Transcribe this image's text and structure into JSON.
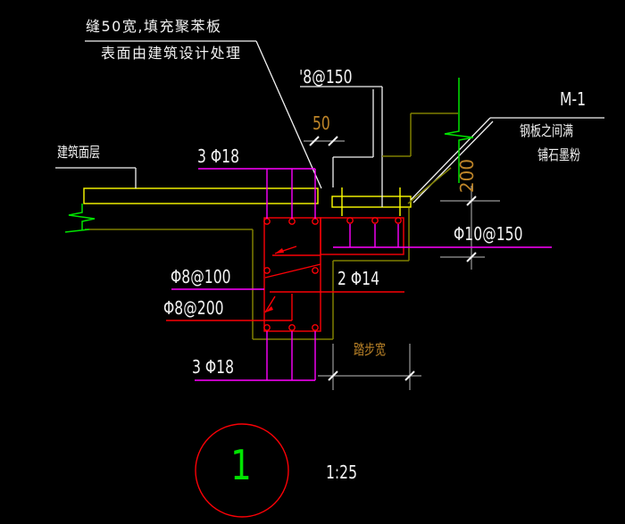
{
  "palette": {
    "bg": "#000000",
    "white": "#f2f2f2",
    "gray": "#9a9a9a",
    "red": "#fb0006",
    "magenta": "#ff00ff",
    "yellow": "#fdfd00",
    "olive": "#7f7f00",
    "green": "#00e400",
    "orange": "#bd8428"
  },
  "labels": {
    "note_joint_fill": "缝50宽,填充聚苯板",
    "note_surface_treatment": "表面由建筑设计处理",
    "rebar_top": "'8@150",
    "door_mark": "M-1",
    "note_steel_plate_1": "钢板之间满",
    "note_steel_plate_2": "铺石墨粉",
    "floor_finish": "建筑面层",
    "rebar_3phi18_top": "3 Φ18",
    "rebar_phi10_150": "Φ10@150",
    "rebar_phi8_100": "Φ8@100",
    "rebar_phi8_200": "Φ8@200",
    "rebar_2phi14": "2 Φ14",
    "rebar_3phi18_bottom": "3 Φ18"
  },
  "dims": {
    "joint_width": "50",
    "height_200": "200",
    "tread_width": "踏步宽"
  },
  "bubble": {
    "number": "1",
    "scale": "1:25"
  }
}
